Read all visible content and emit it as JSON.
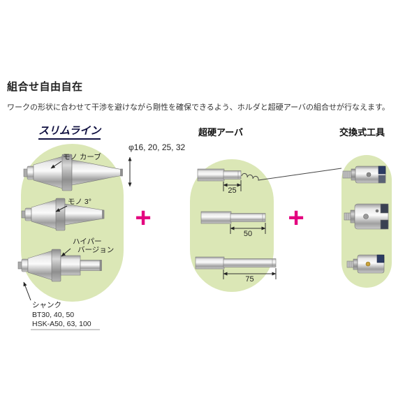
{
  "header": {
    "title": "組合せ自由自在",
    "description": "ワークの形状に合わせて干渉を避けながら剛性を確保できるよう、ホルダと超硬アーバの組合せが行なえます。"
  },
  "columns": {
    "slimline": "スリムライン",
    "carbide_arbor": "超硬アーバ",
    "exchangeable_tool": "交換式工具"
  },
  "annotations": {
    "mono_curve": "モノ カーブ",
    "mono_3deg": "モノ 3°",
    "hyper_line1": "ハイパー",
    "hyper_line2": "バージョン",
    "diameter_range": "φ16, 20, 25, 32",
    "shank_title": "シャンク",
    "shank_bt": "BT30, 40, 50",
    "shank_hsk": "HSK-A50, 63, 100"
  },
  "dimensions": {
    "arbor1": "25",
    "arbor2": "50",
    "arbor3": "75"
  },
  "operators": {
    "plus": "+"
  },
  "colors": {
    "accent": "#e4007f",
    "highlight_green": "#dbe7b6"
  }
}
